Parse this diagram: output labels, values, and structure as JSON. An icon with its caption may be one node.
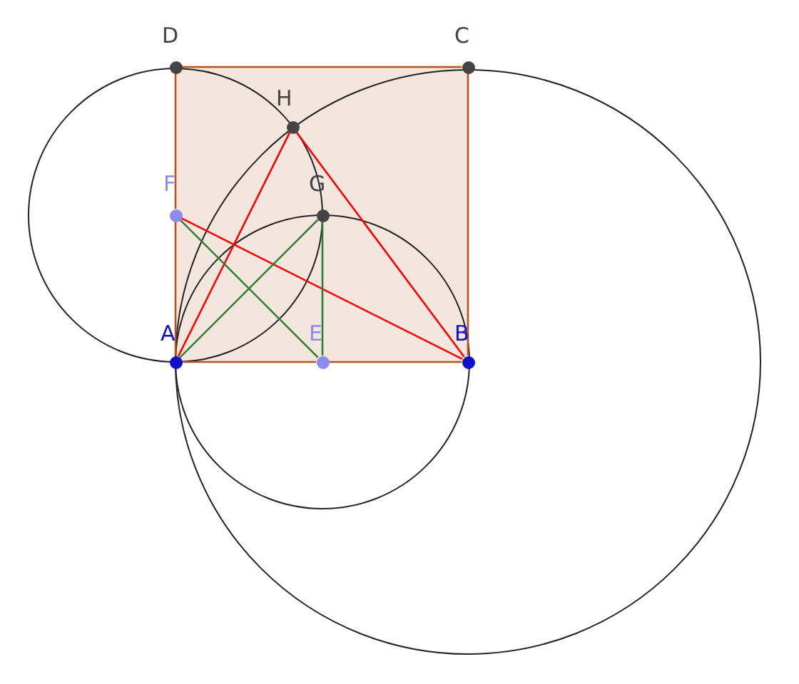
{
  "diagram": {
    "nodes": [
      {
        "text": [
          "D"
        ]
      },
      {
        "text": [
          "C"
        ]
      },
      {
        "text": [
          "H"
        ]
      },
      {
        "text": [
          "F"
        ]
      },
      {
        "text": [
          "G"
        ]
      },
      {
        "text": [
          "A"
        ]
      },
      {
        "text": [
          "E"
        ]
      },
      {
        "text": [
          "B"
        ]
      }
    ],
    "edges": [
      {
        "from": 5,
        "to": 6,
        "arrow": "none",
        "color": "#b5541c"
      },
      {
        "from": 6,
        "to": 7,
        "arrow": "none",
        "color": "#b5541c"
      },
      {
        "from": 7,
        "to": 1,
        "arrow": "none",
        "color": "#b5541c"
      },
      {
        "from": 1,
        "to": 0,
        "arrow": "none",
        "color": "#b5541c"
      },
      {
        "from": 0,
        "to": 3,
        "arrow": "none",
        "color": "#b5541c"
      },
      {
        "from": 3,
        "to": 5,
        "arrow": "none",
        "color": "#b5541c"
      },
      {
        "from": 2,
        "to": 5,
        "arrow": "none",
        "color": "#ff0000"
      },
      {
        "from": 2,
        "to": 7,
        "arrow": "none",
        "color": "#ff0000"
      },
      {
        "from": 3,
        "to": 7,
        "arrow": "none",
        "color": "#ff0000"
      },
      {
        "from": 5,
        "to": 4,
        "arrow": "none",
        "color": "#2e7d32"
      },
      {
        "from": 3,
        "to": 6,
        "arrow": "none",
        "color": "#2e7d32"
      },
      {
        "from": 4,
        "to": 6,
        "arrow": "none",
        "color": "#2e7d32"
      }
    ]
  }
}
